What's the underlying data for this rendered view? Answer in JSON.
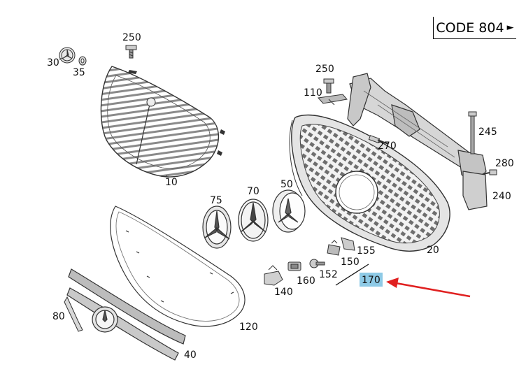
{
  "header": {
    "code_label": "CODE 804",
    "code_arrow": "►"
  },
  "highlight": {
    "part": "170",
    "color": "#8ecae6",
    "arrow_color": "#e02020"
  },
  "parts": [
    {
      "id": "p30",
      "label": "30"
    },
    {
      "id": "p35",
      "label": "35"
    },
    {
      "id": "p250a",
      "label": "250"
    },
    {
      "id": "p10",
      "label": "10"
    },
    {
      "id": "p250b",
      "label": "250"
    },
    {
      "id": "p110",
      "label": "110"
    },
    {
      "id": "p245",
      "label": "245"
    },
    {
      "id": "p270",
      "label": "270"
    },
    {
      "id": "p280",
      "label": "280"
    },
    {
      "id": "p240",
      "label": "240"
    },
    {
      "id": "p75",
      "label": "75"
    },
    {
      "id": "p70",
      "label": "70"
    },
    {
      "id": "p50",
      "label": "50"
    },
    {
      "id": "p155",
      "label": "155"
    },
    {
      "id": "p150",
      "label": "150"
    },
    {
      "id": "p152",
      "label": "152"
    },
    {
      "id": "p160",
      "label": "160"
    },
    {
      "id": "p140",
      "label": "140"
    },
    {
      "id": "p170",
      "label": "170"
    },
    {
      "id": "p20",
      "label": "20"
    },
    {
      "id": "p80",
      "label": "80"
    },
    {
      "id": "p120",
      "label": "120"
    },
    {
      "id": "p40",
      "label": "40"
    }
  ]
}
